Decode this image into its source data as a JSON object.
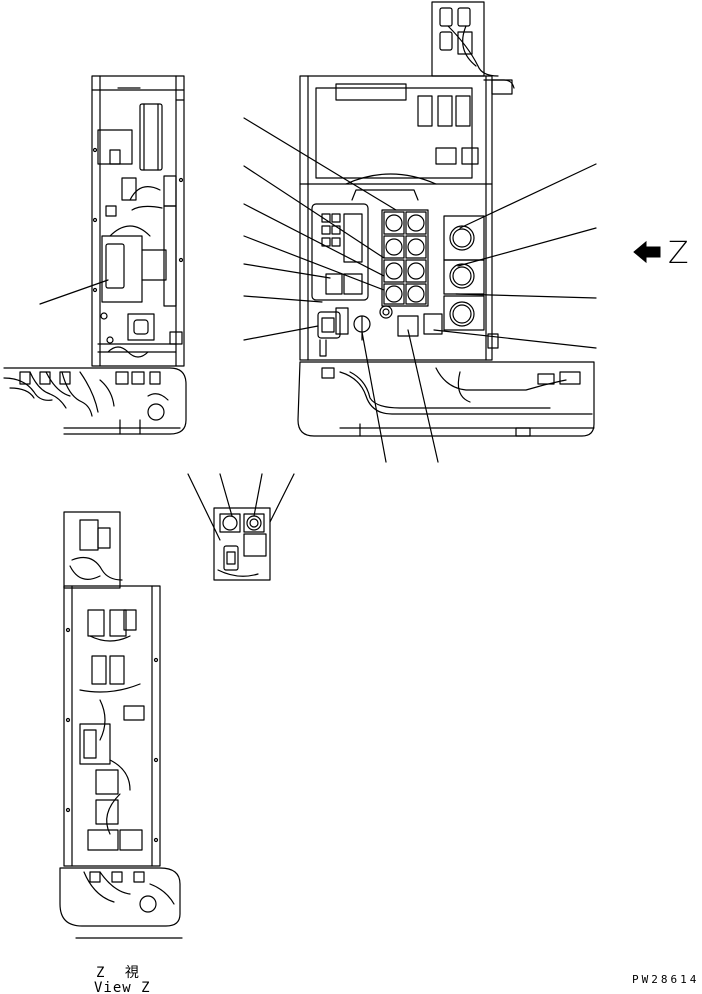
{
  "diagram": {
    "view_arrow_label": "Z",
    "view_caption_cjk": "Z 視",
    "view_caption_en": "View Z",
    "drawing_number": "PW28614"
  },
  "colors": {
    "line": "#000000",
    "background": "#ffffff"
  },
  "icons": {
    "view_arrow": "left-pointing filled arrow"
  }
}
